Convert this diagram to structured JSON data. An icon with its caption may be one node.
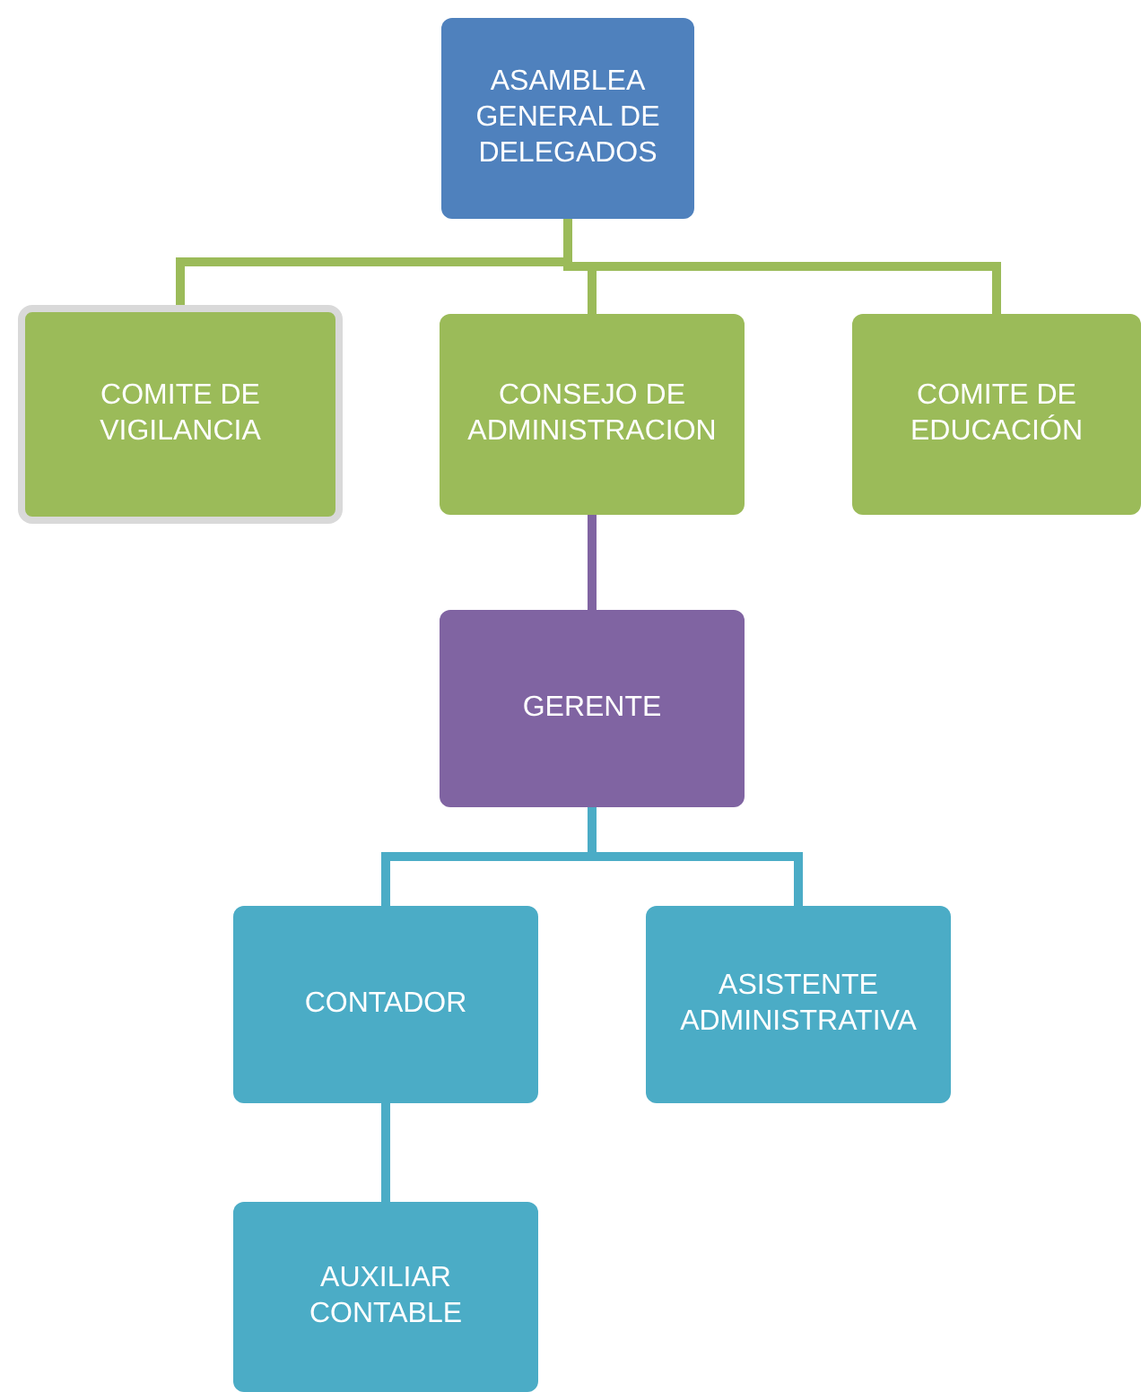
{
  "diagram": {
    "nodes": [
      {
        "text": [
          "ASAMBLEA GENERAL DE DELEGADOS"
        ]
      },
      {
        "text": [
          "COMITE DE VIGILANCIA"
        ]
      },
      {
        "text": [
          "CONSEJO DE ADMINISTRACION"
        ]
      },
      {
        "text": [
          "COMITE DE EDUCACIÓN"
        ]
      },
      {
        "text": [
          "GERENTE"
        ]
      },
      {
        "text": [
          "CONTADOR"
        ]
      },
      {
        "text": [
          "ASISTENTE ADMINISTRATIVA"
        ]
      },
      {
        "text": [
          "AUXILIAR CONTABLE"
        ]
      }
    ],
    "edges": [
      {
        "from": 0,
        "to": 1,
        "arrow": "none"
      },
      {
        "from": 0,
        "to": 2,
        "arrow": "none"
      },
      {
        "from": 0,
        "to": 3,
        "arrow": "none"
      },
      {
        "from": 2,
        "to": 4,
        "arrow": "none",
        "color": "#8064a2"
      },
      {
        "from": 4,
        "to": 5,
        "arrow": "none",
        "color": "#4bacc6"
      },
      {
        "from": 4,
        "to": 6,
        "arrow": "none",
        "color": "#4bacc6"
      },
      {
        "from": 5,
        "to": 7,
        "arrow": "none",
        "color": "#4bacc6"
      }
    ]
  }
}
